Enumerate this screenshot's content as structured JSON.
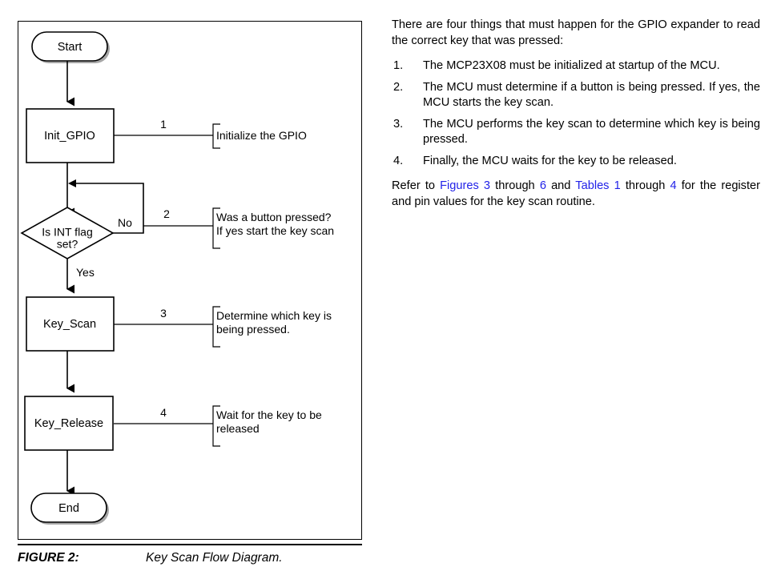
{
  "figure": {
    "caption_label": "FIGURE 2:",
    "caption_title": "Key Scan Flow Diagram.",
    "nodes": {
      "start": "Start",
      "init_gpio": "Init_GPIO",
      "decision": {
        "line1": "Is INT flag",
        "line2": "set?"
      },
      "key_scan": "Key_Scan",
      "key_release": "Key_Release",
      "end": "End"
    },
    "branch_labels": {
      "no": "No",
      "yes": "Yes"
    },
    "callouts": [
      {
        "number": "1",
        "line1": "Initialize the GPIO",
        "line2": ""
      },
      {
        "number": "2",
        "line1": "Was a button pressed?",
        "line2": "If yes start the key scan"
      },
      {
        "number": "3",
        "line1": "Determine which key is",
        "line2": "being pressed."
      },
      {
        "number": "4",
        "line1": "Wait for the key to be",
        "line2": "released"
      }
    ]
  },
  "text_column": {
    "intro": "There are four things that must happen for the GPIO expander to read the correct key that was pressed:",
    "items": [
      {
        "num": "1.",
        "text": "The MCP23X08 must be initialized at startup of the MCU."
      },
      {
        "num": "2.",
        "text": "The MCU must determine if a button is being pressed. If yes, the MCU starts the key scan."
      },
      {
        "num": "3.",
        "text": "The MCU performs the key scan to determine which key is being pressed."
      },
      {
        "num": "4.",
        "text": "Finally, the MCU waits for the key to be released."
      }
    ],
    "refer": {
      "t1": "Refer to ",
      "link1": "Figures 3",
      "t2": " through ",
      "link2": "6",
      "t3": " and ",
      "link3": "Tables 1",
      "t4": " through ",
      "link4": "4",
      "t5": " for the register and pin values for the key scan routine."
    }
  },
  "colors": {
    "link": "#2222E8",
    "shape_outline": "#000000",
    "shape_shadow": "#A6A6A6"
  }
}
